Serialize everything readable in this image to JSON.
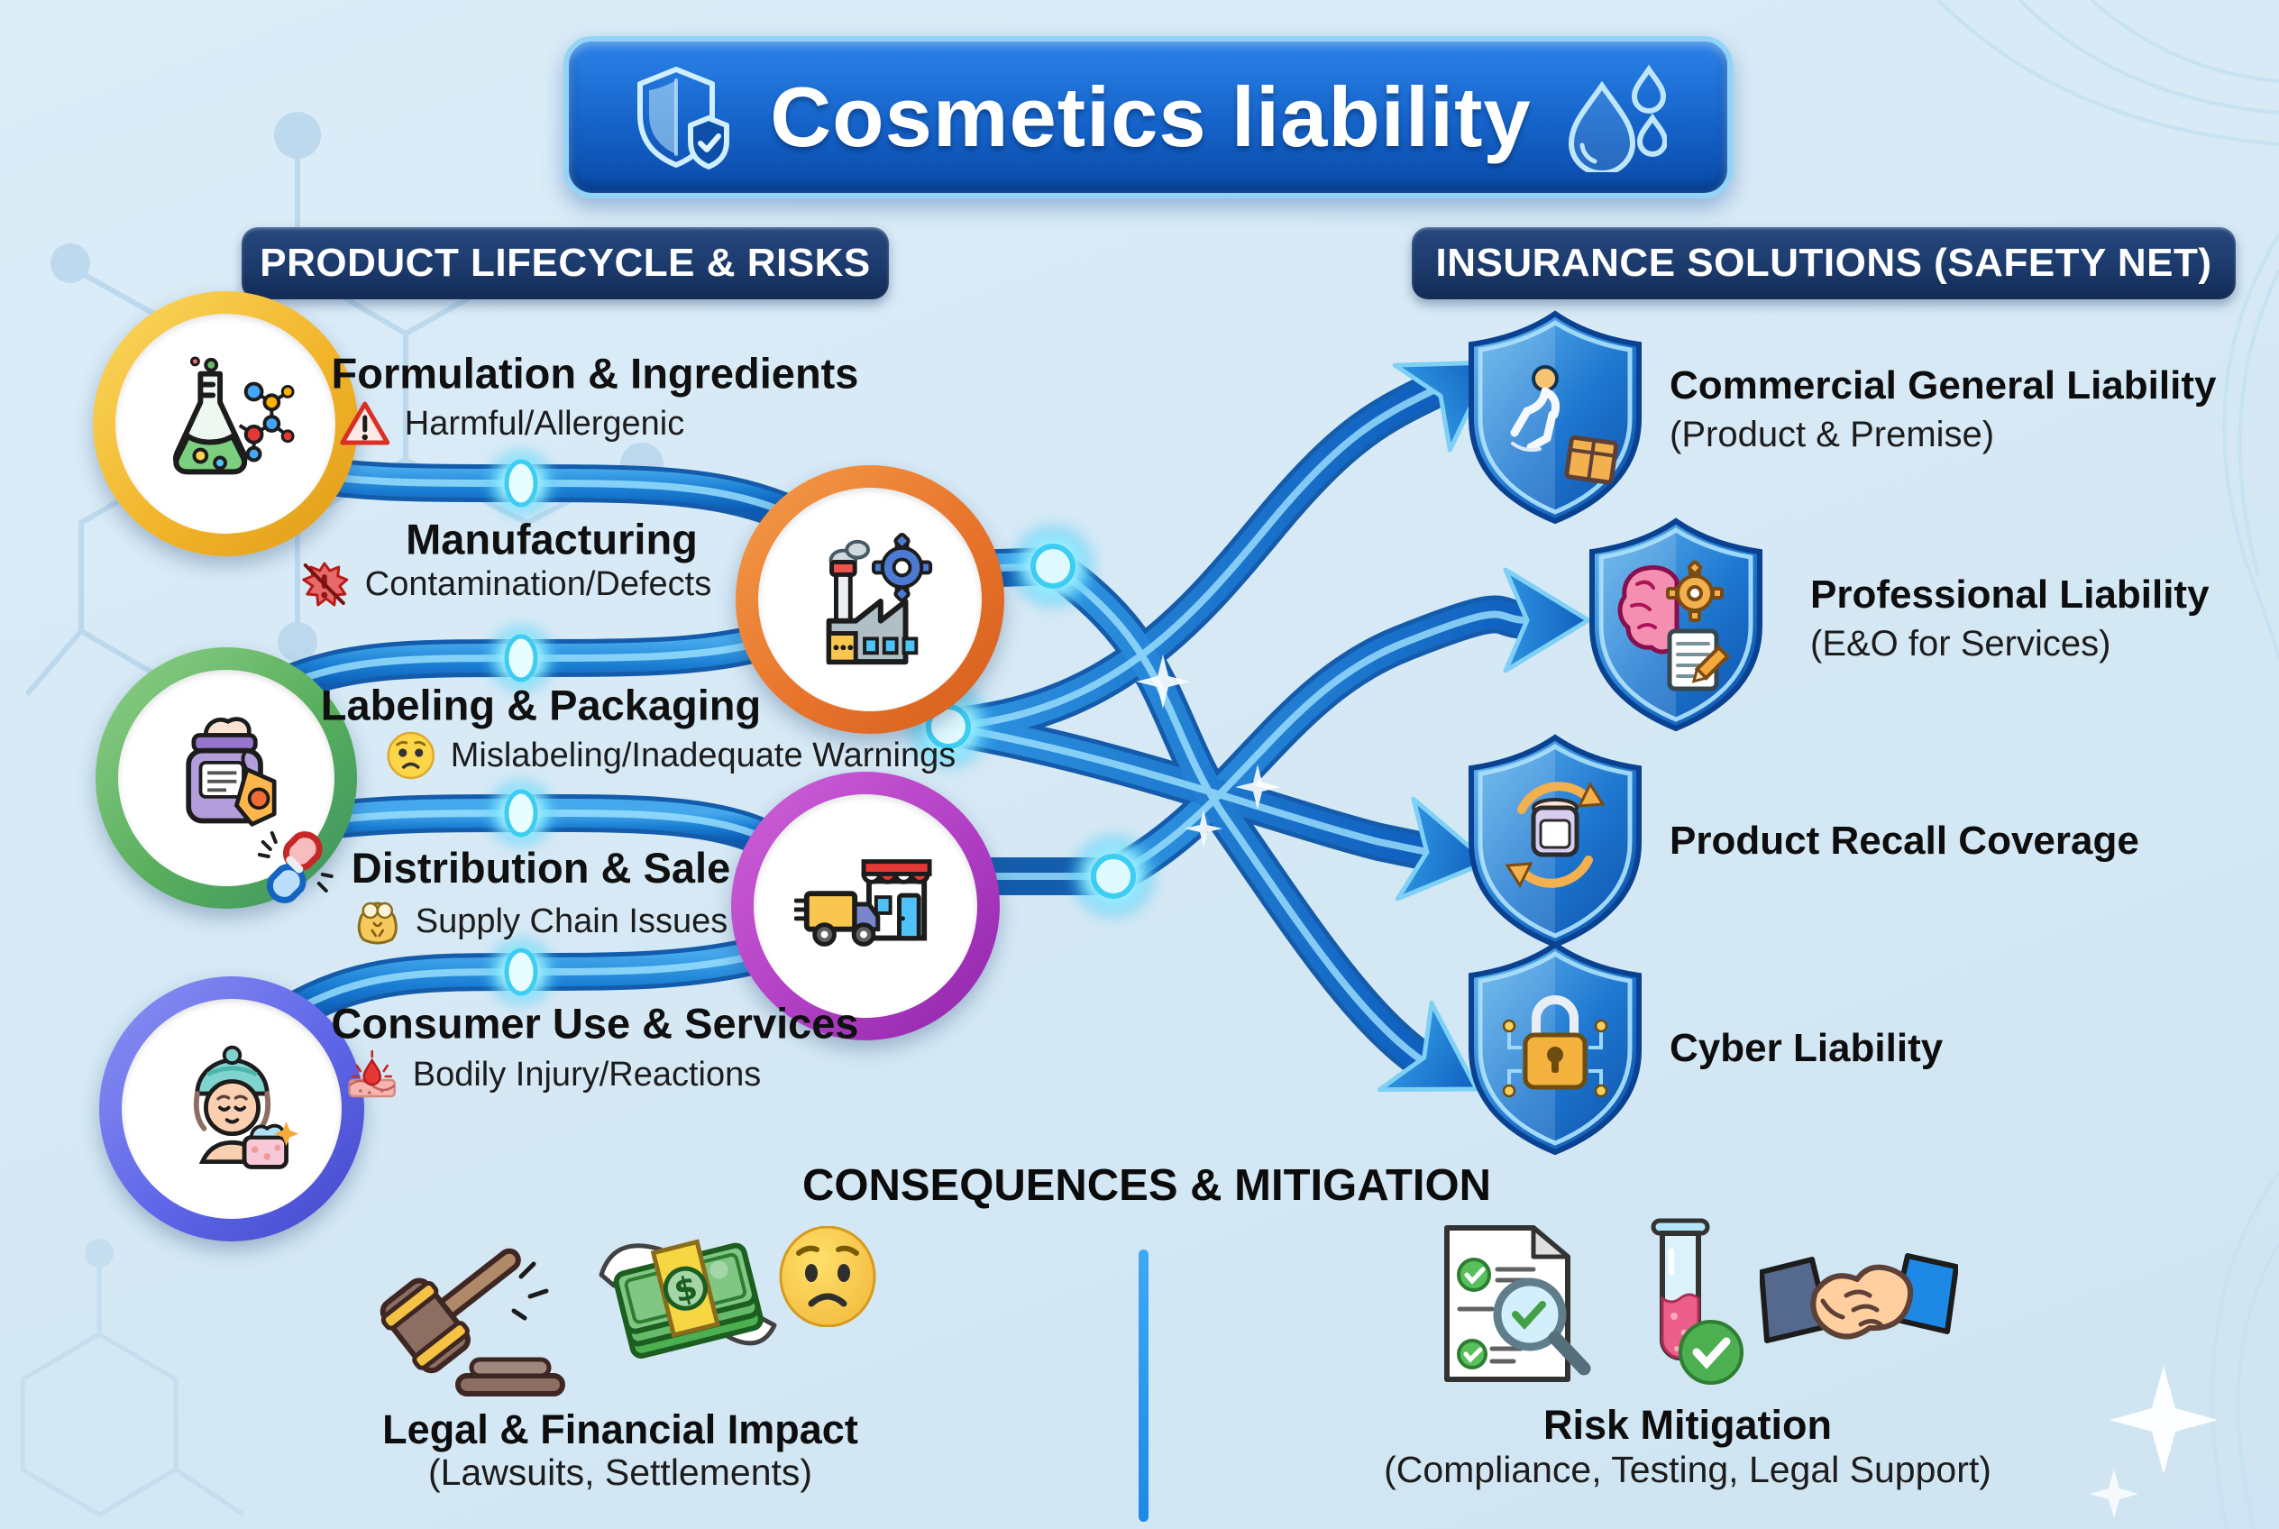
{
  "title": {
    "text": "Cosmetics liability",
    "left_icon": "shield-check-icon",
    "right_icon": "water-drops-icon"
  },
  "colors": {
    "background": "#d8eaf6",
    "banner_blue": "#1563c9",
    "banner_border": "#93d4f6",
    "header_navy": "#1c3a6c",
    "pipe_blue": "#1478cf",
    "pipe_dark": "#0a55a8",
    "pipe_glow": "#8fdcff",
    "node_cyan": "#c9feff",
    "ring_yellow": "#f2b52b",
    "ring_orange": "#e8742c",
    "ring_green": "#58ae5c",
    "ring_magenta": "#b13fc4",
    "ring_indigo": "#5f66e8",
    "shield_blue": "#1565c0"
  },
  "left_section": {
    "header": "PRODUCT LIFECYCLE & RISKS",
    "stages": [
      {
        "title": "Formulation & Ingredients",
        "risk": "Harmful/Allergenic",
        "stage_icon": "flask-molecule-icon",
        "risk_icon": "warning-triangle-icon",
        "ring_color": "#f2b52b"
      },
      {
        "title": "Manufacturing",
        "risk": "Contamination/Defects",
        "stage_icon": "factory-gear-icon",
        "risk_icon": "contamination-virus-icon",
        "ring_color": "#e8742c"
      },
      {
        "title": "Labeling & Packaging",
        "risk": "Mislabeling/Inadequate Warnings",
        "stage_icon": "cosmetic-jar-tag-icon",
        "risk_icon": "worried-emoji-icon",
        "ring_color": "#58ae5c"
      },
      {
        "title": "Distribution & Sale",
        "risk": "Supply Chain Issues",
        "stage_icon": "storefront-truck-icon",
        "risk_icon": "supply-bag-icon",
        "title_icon": "broken-chain-icon",
        "ring_color": "#b13fc4"
      },
      {
        "title": "Consumer Use & Services",
        "risk": "Bodily Injury/Reactions",
        "stage_icon": "skincare-woman-icon",
        "risk_icon": "skin-irritation-icon",
        "ring_color": "#5f66e8"
      }
    ]
  },
  "right_section": {
    "header": "INSURANCE SOLUTIONS (SAFETY NET)",
    "solutions": [
      {
        "title": "Commercial General Liability",
        "subtitle": "(Product & Premise)",
        "icon": "shield-slip-box-icon"
      },
      {
        "title": "Professional Liability",
        "subtitle": "(E&O for Services)",
        "icon": "shield-brain-gear-icon"
      },
      {
        "title": "Product Recall Coverage",
        "subtitle": "",
        "icon": "shield-recall-icon"
      },
      {
        "title": "Cyber Liability",
        "subtitle": "",
        "icon": "shield-lock-icon"
      }
    ]
  },
  "bottom_section": {
    "header": "CONSEQUENCES & MITIGATION",
    "left": {
      "title": "Legal & Financial Impact",
      "subtitle": "(Lawsuits, Settlements)",
      "icons": [
        "gavel-icon",
        "flying-money-icon",
        "worried-face-icon"
      ]
    },
    "right": {
      "title": "Risk Mitigation",
      "subtitle": "(Compliance, Testing, Legal Support)",
      "icons": [
        "compliance-checklist-icon",
        "test-tube-check-icon",
        "handshake-icon"
      ]
    }
  }
}
